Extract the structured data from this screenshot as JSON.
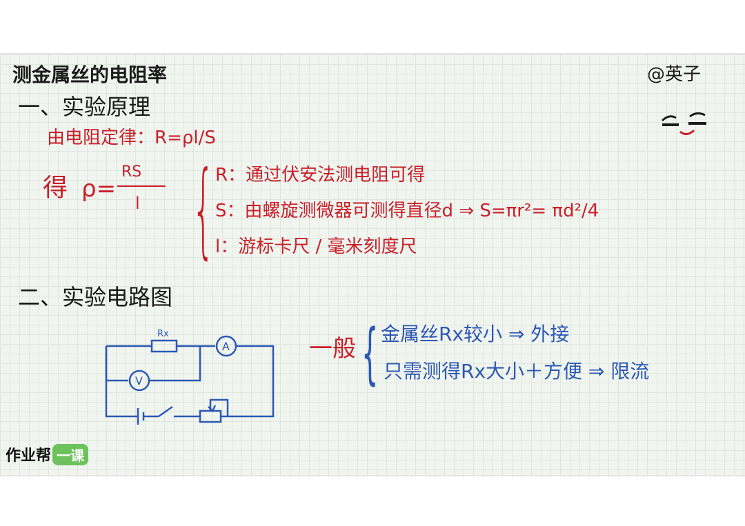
{
  "title": "测金属丝的电阻率",
  "author": "@英子",
  "section1": {
    "heading": "一、实验原理",
    "law": "由电阻定律：R=ρl/S",
    "de": "得",
    "rho_eq": "ρ=",
    "frac_num": "RS",
    "frac_den": "l",
    "items": [
      "R：通过伏安法测电阻可得",
      "S：由螺旋测微器可测得直径d ⇒ S=πr²= πd²/4",
      "l：游标卡尺 / 毫米刻度尺"
    ]
  },
  "section2": {
    "heading": "二、实验电路图",
    "general": "一般",
    "branches": [
      "金属丝Rx较小 ⇒ 外接",
      "只需测得Rx大小＋方便 ⇒ 限流"
    ],
    "circuit_labels": {
      "resistor": "Rx",
      "ammeter": "A",
      "voltmeter": "V"
    }
  },
  "logo": {
    "text": "作业帮",
    "badge": "一课"
  },
  "colors": {
    "black_ink": "#1b1b1b",
    "red_ink": "#c8202a",
    "blue_ink": "#2c58b4",
    "board": "#f1f5f0",
    "logo_green": "#6cc35b"
  }
}
